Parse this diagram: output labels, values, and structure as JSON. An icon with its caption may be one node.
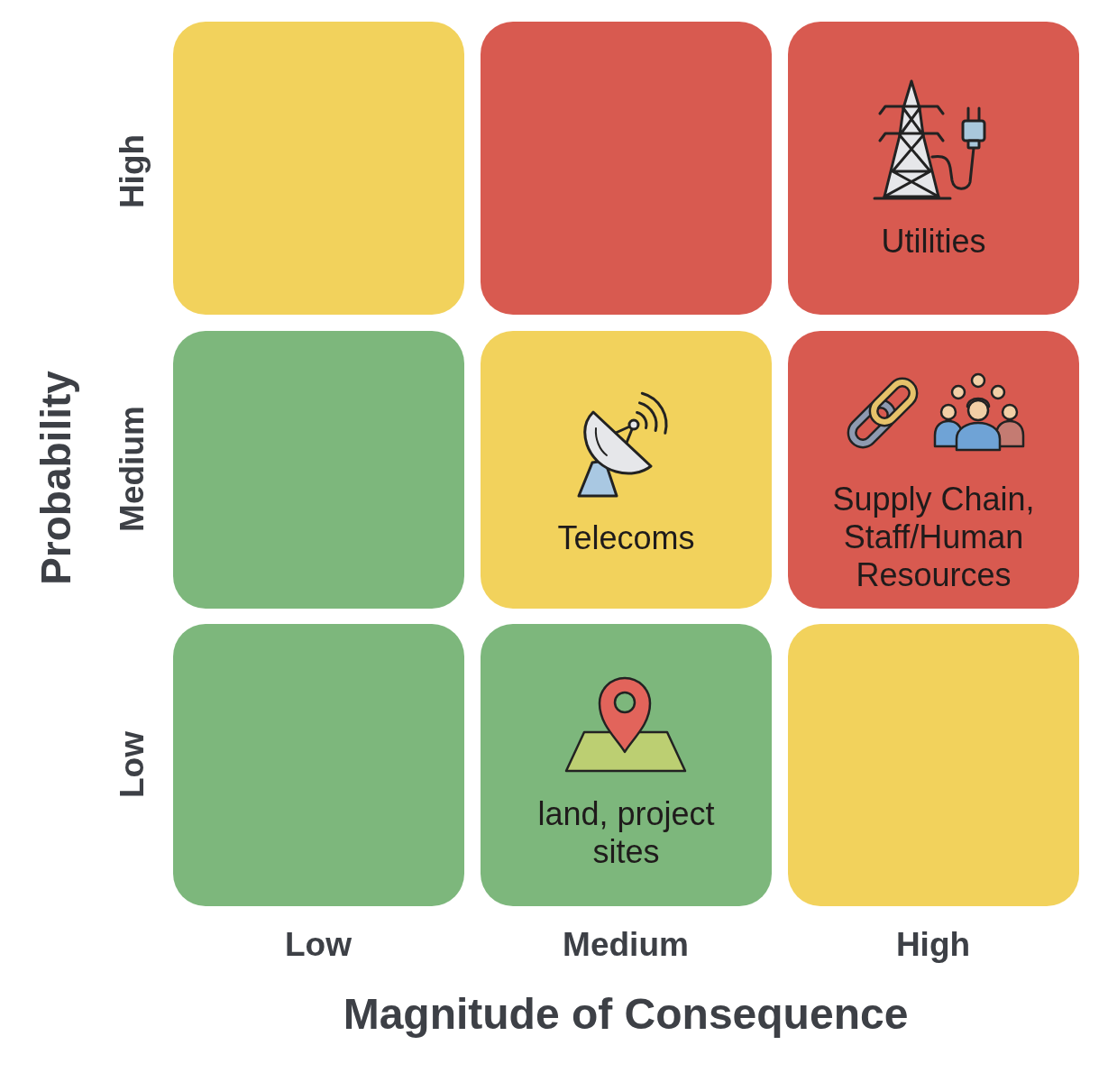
{
  "diagram": {
    "nodes": [
      {
        "text": [],
        "shape": "box"
      },
      {
        "text": [],
        "shape": "box"
      },
      {
        "text": [
          "Utilities"
        ]
      },
      {
        "text": [],
        "shape": "box"
      },
      {
        "text": [
          "Telecoms"
        ]
      },
      {
        "text": [
          "Supply Chain, Staff/Human Resources"
        ]
      },
      {
        "text": [],
        "shape": "box"
      },
      {
        "text": [
          "land, project sites"
        ]
      },
      {
        "text": [],
        "shape": "box"
      }
    ],
    "labels": [
      "Probability",
      "High",
      "Medium",
      "Low",
      "Low",
      "Medium",
      "High",
      "Magnitude of Consequence"
    ]
  }
}
